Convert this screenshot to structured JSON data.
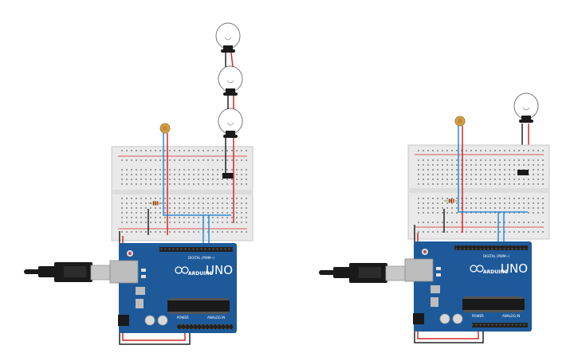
{
  "circuits": [
    {
      "id": "circuit-left",
      "bulb_count": 3,
      "board": {
        "digital_label": "DIGITAL (PWM~)",
        "brand_label": "ARDUINO",
        "model_label": "UNO",
        "power_label": "POWER",
        "analog_label": "ANALOG IN"
      }
    },
    {
      "id": "circuit-right",
      "bulb_count": 1,
      "board": {
        "digital_label": "DIGITAL (PWM~)",
        "brand_label": "ARDUINO",
        "model_label": "UNO",
        "power_label": "POWER",
        "analog_label": "ANALOG IN"
      }
    }
  ],
  "colors": {
    "board_blue": "#1e5a9a",
    "breadboard": "#e9e9e9",
    "wire_red": "#d62828",
    "wire_blue": "#2a8ad4",
    "wire_black": "#222222",
    "usb_black": "#1a1a1a"
  },
  "icons": [
    "usb-cable-icon",
    "lightbulb-icon",
    "photoresistor-icon",
    "resistor-icon",
    "transistor-icon",
    "arduino-logo-icon"
  ]
}
